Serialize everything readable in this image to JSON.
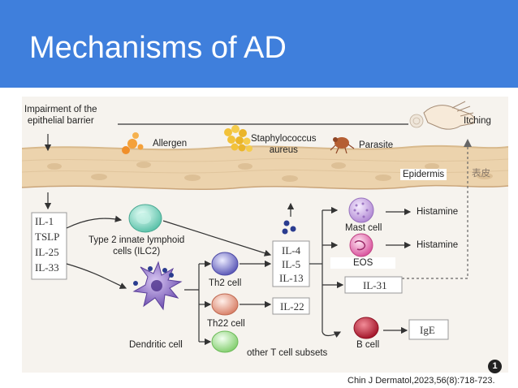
{
  "slide": {
    "title": "Mechanisms of AD",
    "citation": "Chin J Dermatol,2023,56(8):718-723.",
    "page_number": "1"
  },
  "diagram": {
    "barrier_label": "Impairment of the\nepithelial barrier",
    "allergen": "Allergen",
    "staphylococcus": "Staphylococcus\naureus",
    "parasite": "Parasite",
    "itching": "Itching",
    "epidermis": "Epidermis",
    "epidermis_cn": "表皮",
    "cytokines_left": [
      "IL-1",
      "TSLP",
      "IL-25",
      "IL-33"
    ],
    "ilc2": "Type 2 innate lymphoid\ncells (ILC2)",
    "dendritic": "Dendritic cell",
    "th2": "Th2 cell",
    "th22": "Th22 cell",
    "other_t": "other T cell subsets",
    "cytokines_mid": [
      "IL-4",
      "IL-5",
      "IL-13"
    ],
    "il22": "IL-22",
    "il31": "IL-31",
    "mast": "Mast cell",
    "eos": "EOS",
    "bcell": "B cell",
    "histamine_1": "Histamine",
    "histamine_2": "Histamine",
    "ige": "IgE"
  },
  "colors": {
    "header": "#3f7fdc",
    "skin": "#e8cfa8",
    "ilc2": "#7fd3c0",
    "dendritic": "#8b6bc4",
    "th2": "#7a78c8",
    "th22": "#e89a80",
    "other_t": "#9fdc8e",
    "mast": "#c7a3df",
    "eos": "#e27ab0",
    "bcell": "#c8283a",
    "allergen": "#f4a13a",
    "staph": "#f2c23a"
  }
}
